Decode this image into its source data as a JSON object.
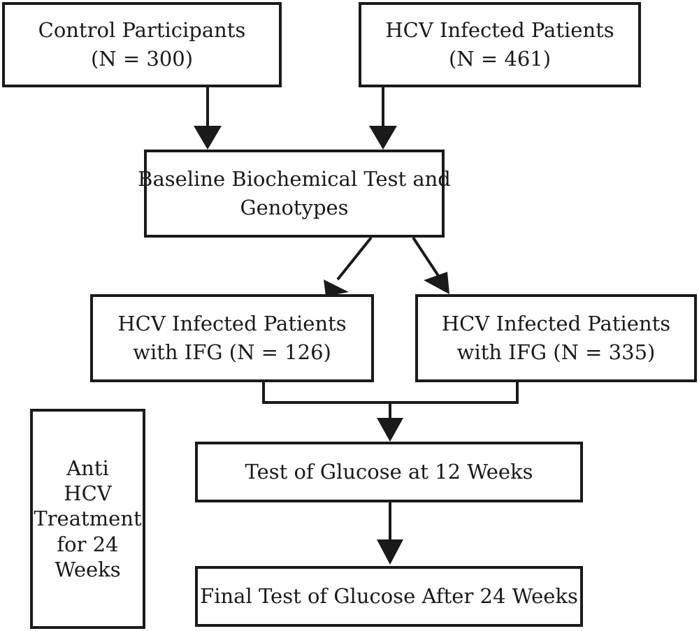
{
  "diagram": {
    "nodes": {
      "control": {
        "line1": "Control Participants",
        "line2": "(N = 300)"
      },
      "hcv": {
        "line1": "HCV Infected Patients",
        "line2": "(N = 461)"
      },
      "baseline": {
        "line1": "Baseline Biochemical Test and",
        "line2": "Genotypes"
      },
      "ifg_a": {
        "line1": "HCV Infected Patients",
        "line2": "with IFG (N = 126)"
      },
      "ifg_b": {
        "line1": "HCV Infected Patients",
        "line2": "with IFG (N = 335)"
      },
      "treatment": {
        "line1": "Anti",
        "line2": "HCV",
        "line3": "Treatment",
        "line4": "for 24",
        "line5": "Weeks"
      },
      "glucose12": {
        "line1": "Test of Glucose at 12 Weeks"
      },
      "glucose24": {
        "line1": "Final Test of Glucose After 24 Weeks"
      }
    },
    "colors": {
      "stroke": "#1a1a1a",
      "background": "#ffffff"
    }
  }
}
